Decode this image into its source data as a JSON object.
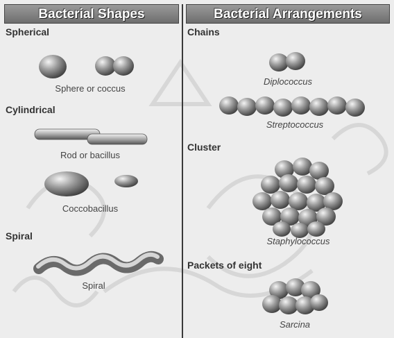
{
  "headers": {
    "left": "Bacterial Shapes",
    "right": "Bacterial Arrangements"
  },
  "shapes": {
    "spherical": {
      "heading": "Spherical",
      "label": "Sphere or coccus"
    },
    "cylindrical": {
      "heading": "Cylindrical",
      "rod_label": "Rod or bacillus",
      "cocco_label": "Coccobacillus"
    },
    "spiral": {
      "heading": "Spiral",
      "label": "Spiral"
    }
  },
  "arrangements": {
    "chains": {
      "heading": "Chains",
      "diplo_label": "Diplococcus",
      "strepto_label": "Streptococcus"
    },
    "cluster": {
      "heading": "Cluster",
      "label": "Staphylococcus"
    },
    "packets": {
      "heading": "Packets of eight",
      "label": "Sarcina"
    }
  }
}
